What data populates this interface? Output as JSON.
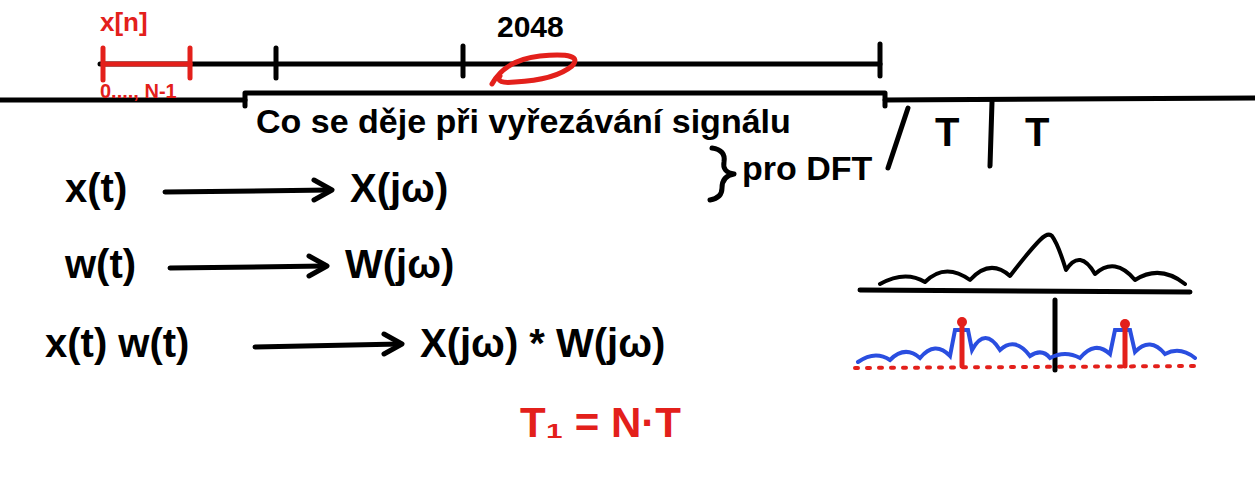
{
  "diagram": {
    "labels": [
      "x[n]",
      "0...., N-1",
      "2048",
      "Co se děje při vyřezávání signálu",
      "pro DFT",
      "T",
      "T",
      "x(t)",
      "X(jω)",
      "w(t)",
      "W(jω)",
      "x(t) w(t)",
      "X(jω) * W(jω)",
      "T₁ = N·T"
    ]
  }
}
